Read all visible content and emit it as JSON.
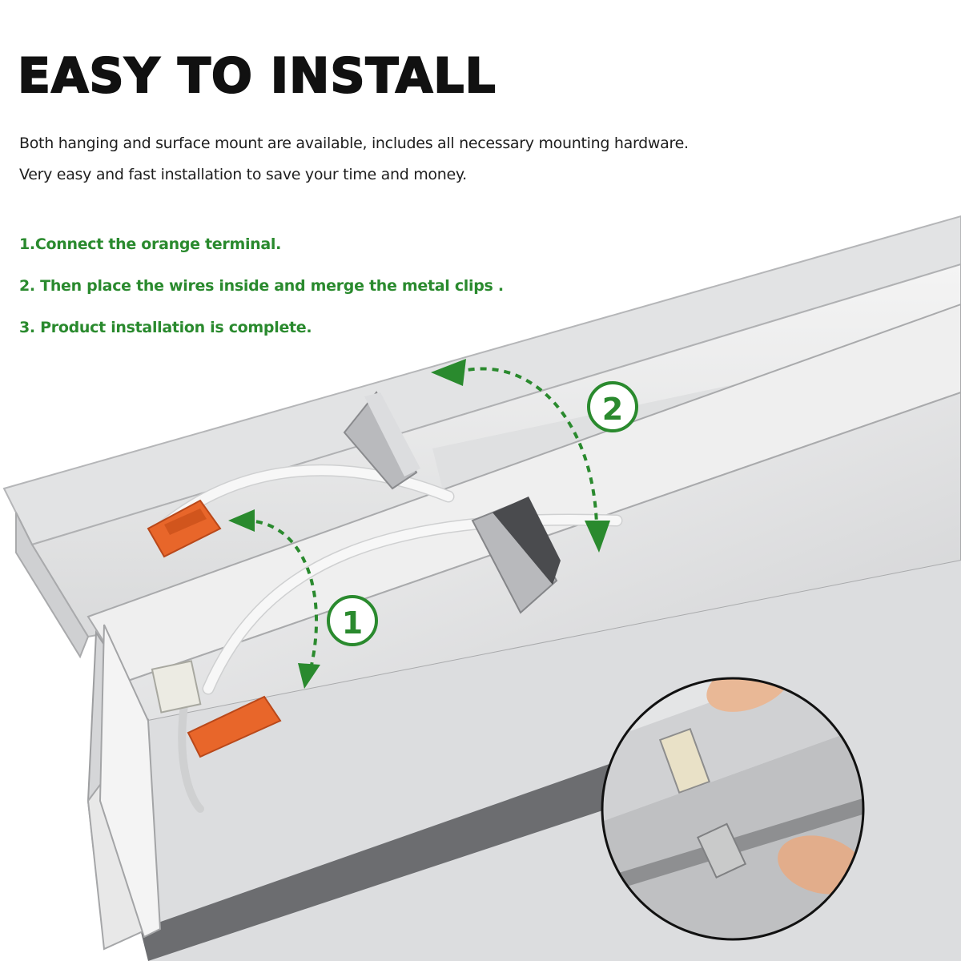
{
  "title": "EASY TO INSTALL",
  "description": [
    "Both hanging and surface mount are available, includes all necessary mounting hardware.",
    "Very easy and fast installation to save your time and money."
  ],
  "steps": [
    "1.Connect the orange terminal.",
    "2. Then place the wires inside and merge the metal clips .",
    "3. Product installation is complete."
  ],
  "callouts": {
    "one": "1",
    "two": "2"
  },
  "colors": {
    "accent_green": "#2a8a2e",
    "terminal_orange": "#e8662a",
    "housing_gray": "#c9cbcd"
  }
}
